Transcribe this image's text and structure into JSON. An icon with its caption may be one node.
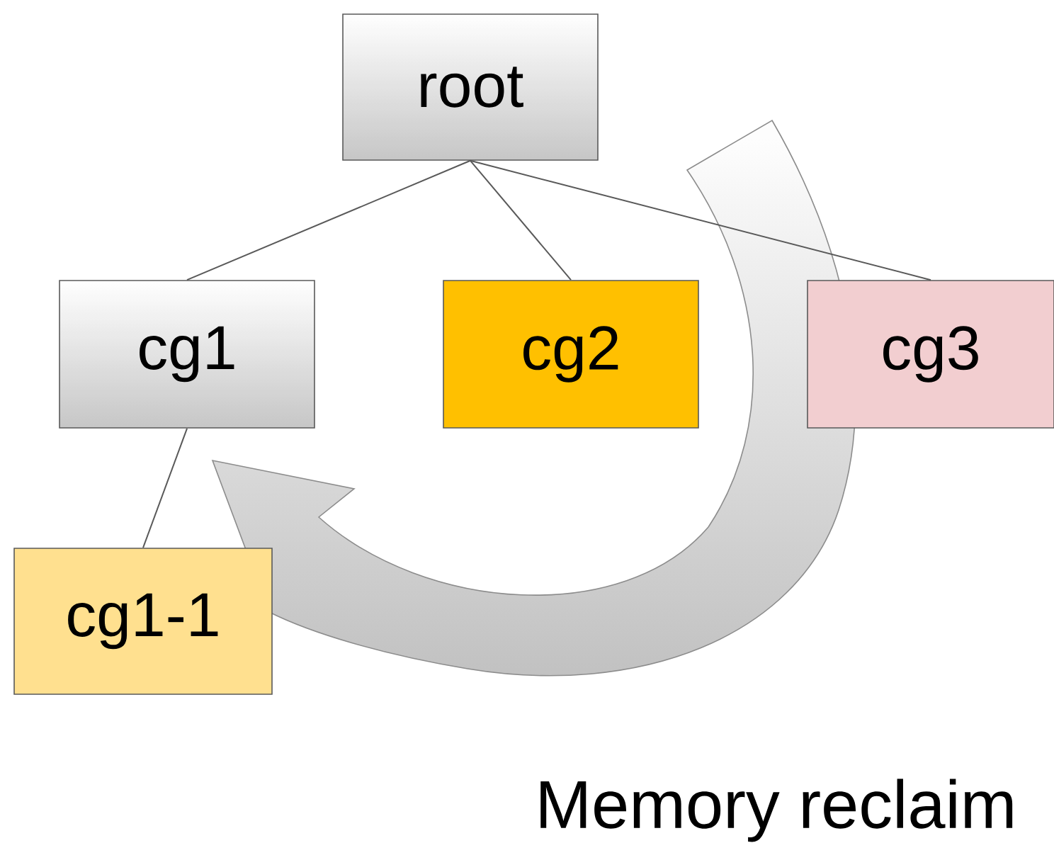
{
  "diagram": {
    "nodes": [
      {
        "text": [
          "root"
        ]
      },
      {
        "text": [
          "cg1"
        ]
      },
      {
        "text": [
          "cg2"
        ]
      },
      {
        "text": [
          "cg3"
        ]
      },
      {
        "text": [
          "cg1-1"
        ]
      }
    ],
    "edges": [
      {
        "from": 0,
        "to": 1,
        "arrow": "none"
      },
      {
        "from": 0,
        "to": 2,
        "arrow": "none"
      },
      {
        "from": 0,
        "to": 3,
        "arrow": "none"
      },
      {
        "from": 1,
        "to": 4,
        "arrow": "none"
      }
    ],
    "labels": [
      "Memory reclaim"
    ]
  }
}
